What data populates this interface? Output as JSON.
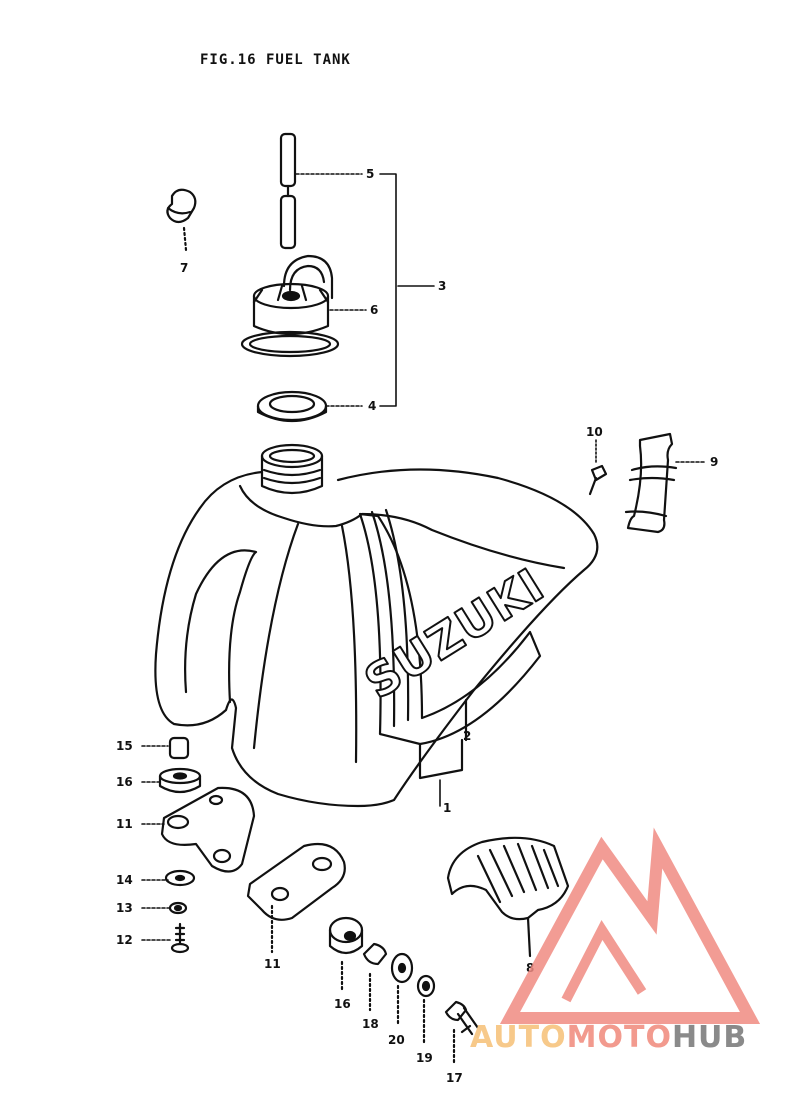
{
  "title": "FIG.16  FUEL TANK",
  "tank_brand": "SUZUKI",
  "callouts": [
    {
      "id": "c1",
      "label": "1"
    },
    {
      "id": "c2",
      "label": "2"
    },
    {
      "id": "c3",
      "label": "3"
    },
    {
      "id": "c4",
      "label": "4"
    },
    {
      "id": "c5",
      "label": "5"
    },
    {
      "id": "c6",
      "label": "6"
    },
    {
      "id": "c7",
      "label": "7"
    },
    {
      "id": "c8",
      "label": "8"
    },
    {
      "id": "c9",
      "label": "9"
    },
    {
      "id": "c10",
      "label": "10"
    },
    {
      "id": "c11a",
      "label": "11"
    },
    {
      "id": "c11b",
      "label": "11"
    },
    {
      "id": "c12",
      "label": "12"
    },
    {
      "id": "c13",
      "label": "13"
    },
    {
      "id": "c14",
      "label": "14"
    },
    {
      "id": "c15",
      "label": "15"
    },
    {
      "id": "c16a",
      "label": "16"
    },
    {
      "id": "c16b",
      "label": "16"
    },
    {
      "id": "c17",
      "label": "17"
    },
    {
      "id": "c18",
      "label": "18"
    },
    {
      "id": "c19",
      "label": "19"
    },
    {
      "id": "c20",
      "label": "20"
    }
  ],
  "watermark": {
    "part1": "AUTO",
    "part2": "MOTO",
    "part3": "HUB"
  },
  "colors": {
    "ink": "#111111",
    "logo_red": "#f08b82",
    "logo_orange": "#f7c98a"
  }
}
